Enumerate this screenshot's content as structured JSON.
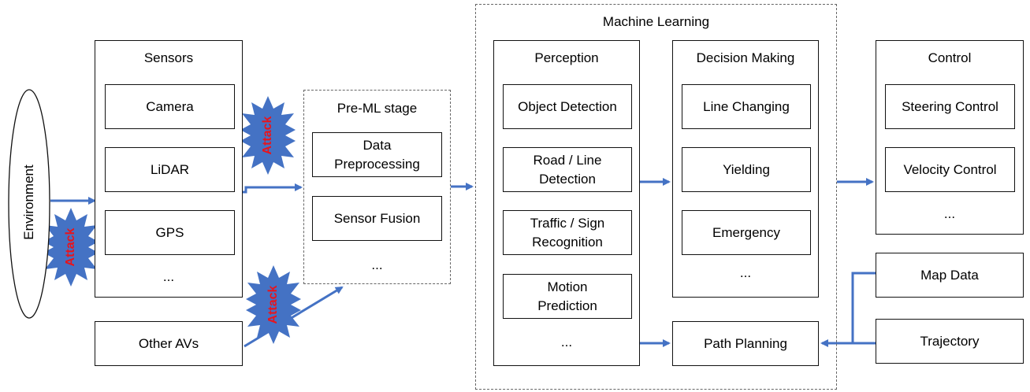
{
  "environment": "Environment",
  "attack_label": "Attack",
  "sensors": {
    "title": "Sensors",
    "items": [
      "Camera",
      "LiDAR",
      "GPS"
    ],
    "more": "..."
  },
  "other_avs": "Other AVs",
  "pre_ml": {
    "title": "Pre-ML stage",
    "items": [
      "Data\nPreprocessing",
      "Sensor Fusion"
    ],
    "more": "..."
  },
  "machine_learning": "Machine Learning",
  "perception": {
    "title": "Perception",
    "items": [
      "Object Detection",
      "Road / Line\nDetection",
      "Traffic / Sign\nRecognition",
      "Motion\nPrediction"
    ],
    "more": "..."
  },
  "decision_making": {
    "title": "Decision Making",
    "items": [
      "Line Changing",
      "Yielding",
      "Emergency"
    ],
    "more": "..."
  },
  "path_planning": "Path Planning",
  "control": {
    "title": "Control",
    "items": [
      "Steering Control",
      "Velocity Control"
    ],
    "more": "..."
  },
  "map_data": "Map Data",
  "trajectory": "Trajectory",
  "colors": {
    "arrow": "#4472C4",
    "attack_fill": "#4472C4",
    "attack_text": "#E8141C"
  }
}
